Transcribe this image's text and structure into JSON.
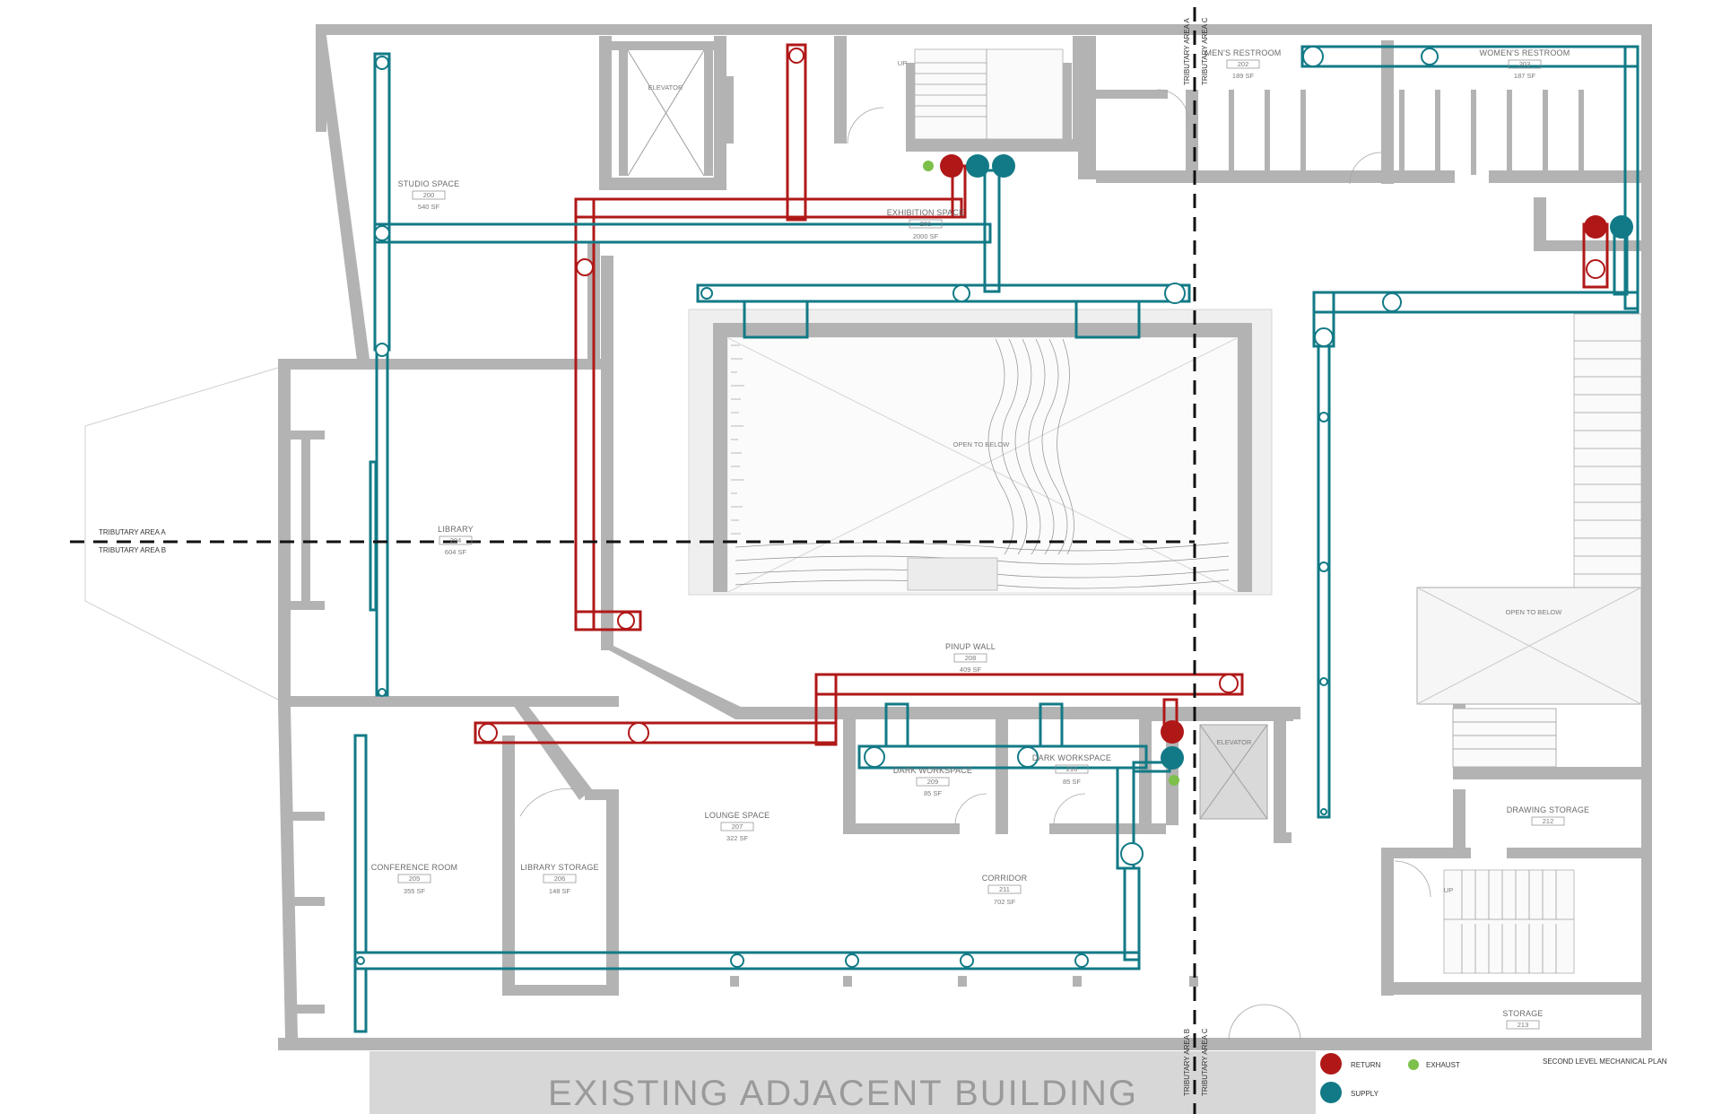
{
  "rooms": [
    {
      "id": "studio",
      "name": "STUDIO SPACE",
      "num": "200",
      "area": "540 SF"
    },
    {
      "id": "exhibition",
      "name": "EXHIBITION SPACE",
      "num": "201",
      "area": "2000 SF"
    },
    {
      "id": "elevator-top",
      "name": "ELEVATOR"
    },
    {
      "id": "mens",
      "name": "MEN'S RESTROOM",
      "num": "202",
      "area": "189 SF"
    },
    {
      "id": "womens",
      "name": "WOMEN'S RESTROOM",
      "num": "203",
      "area": "187 SF"
    },
    {
      "id": "library",
      "name": "LIBRARY",
      "num": "204",
      "area": "604 SF"
    },
    {
      "id": "open-center",
      "name": "OPEN TO BELOW"
    },
    {
      "id": "open-right",
      "name": "OPEN TO BELOW"
    },
    {
      "id": "pinup",
      "name": "PINUP WALL",
      "num": "208",
      "area": "409 SF"
    },
    {
      "id": "dark1",
      "name": "DARK WORKSPACE",
      "num": "209",
      "area": "85 SF"
    },
    {
      "id": "dark2",
      "name": "DARK WORKSPACE",
      "num": "210",
      "area": "85 SF"
    },
    {
      "id": "elevator-mid",
      "name": "ELEVATOR"
    },
    {
      "id": "lounge",
      "name": "LOUNGE SPACE",
      "num": "207",
      "area": "322 SF"
    },
    {
      "id": "conference",
      "name": "CONFERENCE ROOM",
      "num": "205",
      "area": "355 SF"
    },
    {
      "id": "libstorage",
      "name": "LIBRARY STORAGE",
      "num": "206",
      "area": "148 SF"
    },
    {
      "id": "corridor",
      "name": "CORRIDOR",
      "num": "211",
      "area": "702 SF"
    },
    {
      "id": "drawing",
      "name": "DRAWING STORAGE",
      "num": "212"
    },
    {
      "id": "storage",
      "name": "STORAGE",
      "num": "213"
    }
  ],
  "tributary": {
    "a": "TRIBUTARY AREA A",
    "b": "TRIBUTARY AREA B",
    "c": "TRIBUTARY AREA C"
  },
  "legend": {
    "return": "RETURN",
    "supply": "SUPPLY",
    "exhaust": "EXHAUST",
    "colors": {
      "return": "#b01818",
      "supply": "#127a86",
      "exhaust": "#7cc04a"
    }
  },
  "plan_title": "SECOND LEVEL MECHANICAL PLAN",
  "adjacent_building": "EXISTING ADJACENT BUILDING",
  "stair_up": "UP"
}
